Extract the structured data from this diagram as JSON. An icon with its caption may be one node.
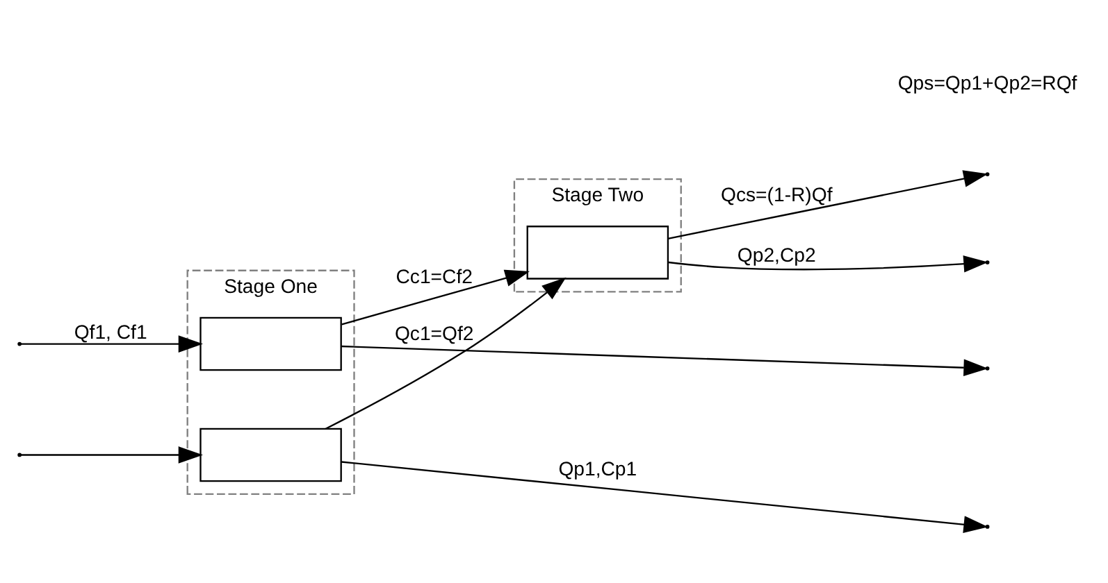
{
  "diagram": {
    "nodes": [
      {
        "text": [
          "Stage One"
        ]
      },
      {
        "text": [],
        "shape": "box",
        "in": 0
      },
      {
        "text": [],
        "shape": "box",
        "in": 0
      },
      {
        "text": [
          "Stage Two"
        ]
      },
      {
        "text": [],
        "shape": "box",
        "in": 3
      }
    ],
    "edges": [
      {
        "from": 1,
        "to": null,
        "arrow": "to"
      },
      {
        "from": 2,
        "to": null,
        "arrow": "to",
        "label": "Qp1,Cp1"
      },
      {
        "from": null,
        "to": 1,
        "arrow": "to",
        "label": "Qf1, Cf1"
      },
      {
        "from": null,
        "to": 2,
        "arrow": "to"
      },
      {
        "from": 1,
        "to": 4,
        "arrow": "to",
        "label": "Cc1=Cf2"
      },
      {
        "from": 2,
        "to": 4,
        "arrow": "to",
        "label": "Qc1=Qf2"
      },
      {
        "from": 4,
        "to": null,
        "arrow": "to",
        "label": "Qcs=(1-R)Qf"
      },
      {
        "from": 4,
        "to": null,
        "arrow": "to",
        "label": "Qp2,Cp2"
      }
    ],
    "labels": [
      "Qps=Qp1+Qp2=RQf"
    ]
  }
}
